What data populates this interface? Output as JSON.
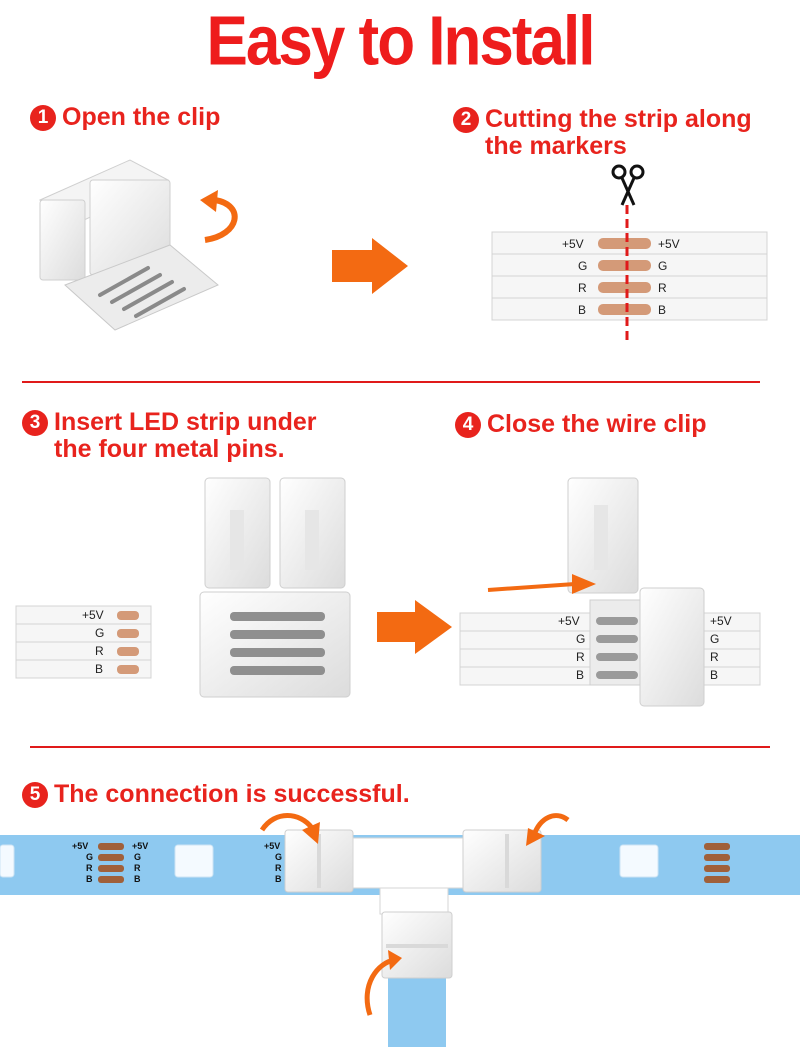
{
  "title": "Easy to Install",
  "steps": [
    {
      "num": "1",
      "text": "Open the clip"
    },
    {
      "num": "2",
      "text": "Cutting the strip along the markers"
    },
    {
      "num": "3",
      "text": "Insert LED strip under the four metal pins."
    },
    {
      "num": "4",
      "text": "Close the wire clip"
    },
    {
      "num": "5",
      "text": "The connection is successful."
    }
  ],
  "strip_labels": [
    "+5V",
    "G",
    "R",
    "B"
  ],
  "colors": {
    "accent": "#e8231d",
    "arrow": "#f36a12",
    "copper": "#d49a78",
    "led_blue": "#8ec9f0"
  },
  "icons": [
    "scissors-icon",
    "right-arrow-icon",
    "curved-arrow-icon"
  ]
}
